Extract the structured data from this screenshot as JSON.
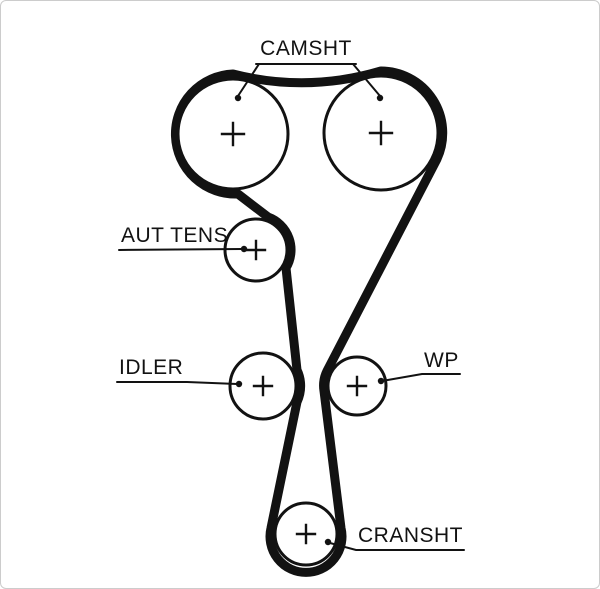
{
  "diagram": {
    "labels": {
      "camshaft": "CAMSHT",
      "auto_tensioner": "AUT TENS",
      "idler": "IDLER",
      "water_pump": "WP",
      "crankshaft": "CRANSHT"
    },
    "colors": {
      "line": "#121212",
      "background": "#ffffff",
      "border": "#cccccc"
    }
  }
}
